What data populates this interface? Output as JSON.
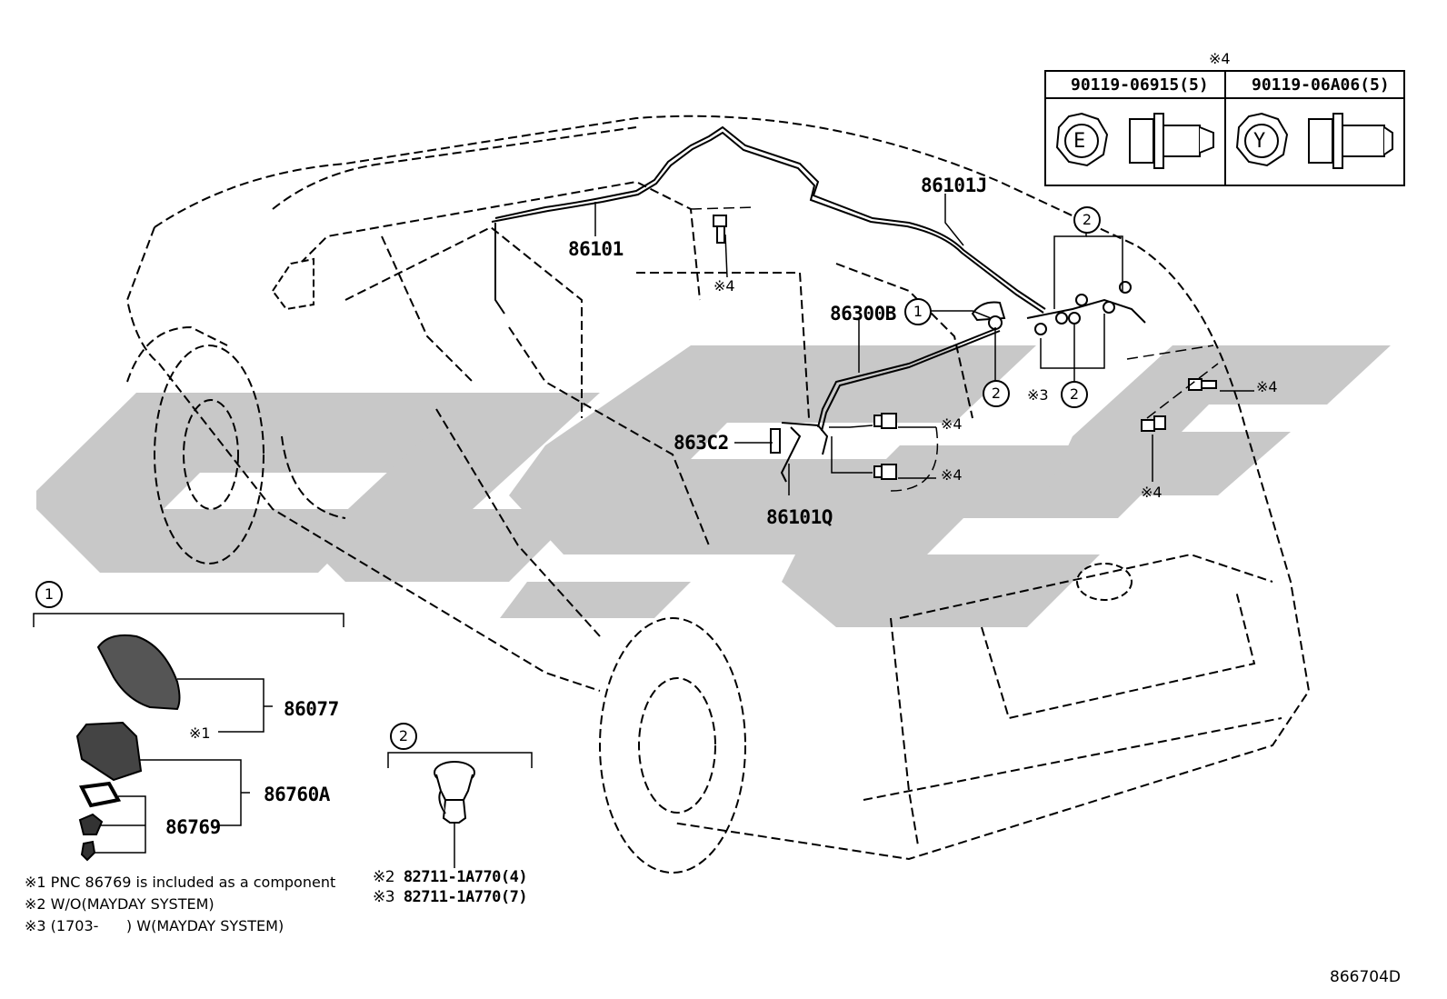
{
  "callouts": {
    "main_harness": "86101J",
    "front_harness": "86101",
    "cord": "86300B",
    "connector": "863C2",
    "lower_harness": "86101Q",
    "antenna": "86077",
    "antenna_assy": "86760A",
    "gasket": "86769",
    "clamp_ref1": "82711-1A770(4)",
    "clamp_ref2": "82711-1A770(7)"
  },
  "markers": {
    "m1": "1",
    "m2": "2",
    "x1": "※1",
    "x3": "※3",
    "x4": "※4"
  },
  "fastener_table": {
    "note": "※4",
    "col1": {
      "part": "90119-06915(5)",
      "head": "E"
    },
    "col2": {
      "part": "90119-06A06(5)",
      "head": "Y"
    }
  },
  "notes": {
    "n1": "※1 PNC 86769 is included as a component",
    "n2": "※2 W/O(MAYDAY SYSTEM)",
    "n3": "※3 (1703-      ) W(MAYDAY SYSTEM)",
    "c2": "※2",
    "c3": "※3"
  },
  "diagram_id": "866704D",
  "colors": {
    "ink": "#000000",
    "watermark": "#c8c8c8",
    "antenna_fill": "#555555"
  }
}
